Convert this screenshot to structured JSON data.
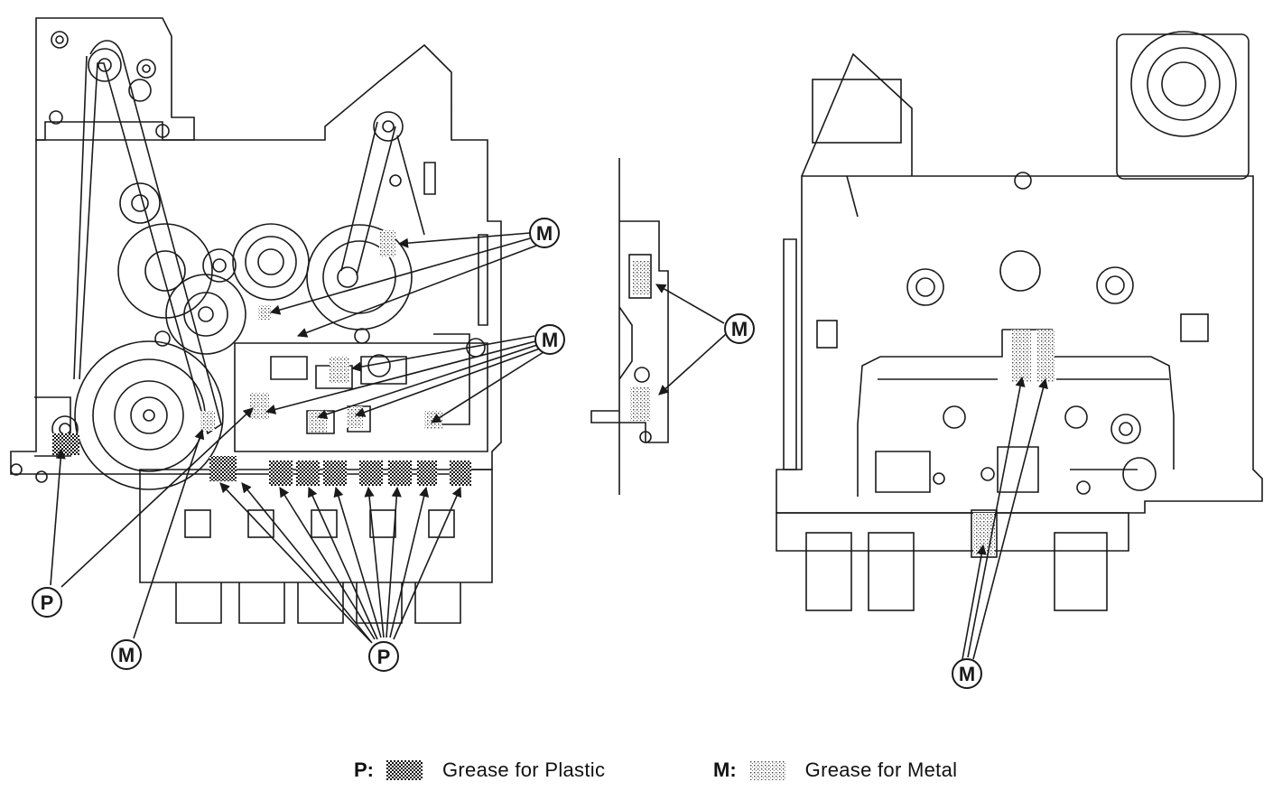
{
  "callouts": {
    "p_symbol": "P",
    "m_symbol": "M"
  },
  "legend": {
    "plastic": {
      "key": "P:",
      "label": "Grease for Plastic"
    },
    "metal": {
      "key": "M:",
      "label": "Grease for Metal"
    }
  },
  "colors": {
    "line": "#1a1a1a",
    "background": "#ffffff",
    "plastic_grease": "dense-dot-pattern",
    "metal_grease": "light-dot-pattern"
  }
}
